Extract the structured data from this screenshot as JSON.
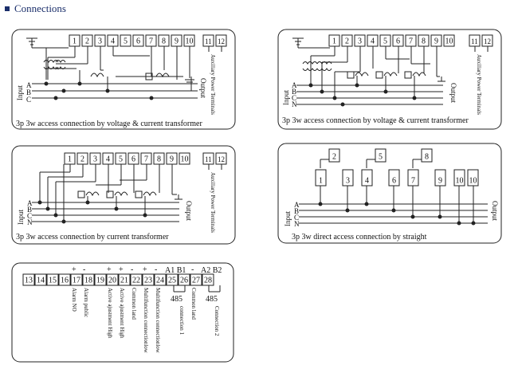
{
  "header": {
    "title": "Connections"
  },
  "panel1": {
    "caption": "3p 3w access connection by voltage & current transformer",
    "terminals": [
      "1",
      "2",
      "3",
      "4",
      "5",
      "6",
      "7",
      "8",
      "9",
      "10"
    ],
    "aux_terminals": [
      "11",
      "12"
    ],
    "aux_label": "Auxiliary Power Terminals",
    "phases": [
      "A",
      "B",
      "C"
    ],
    "input_label": "Input",
    "output_label": "Output"
  },
  "panel2": {
    "caption": "3p 3w access connection by voltage & current transformer",
    "terminals": [
      "1",
      "2",
      "3",
      "4",
      "5",
      "6",
      "7",
      "8",
      "9",
      "10"
    ],
    "aux_terminals": [
      "11",
      "12"
    ],
    "aux_label": "Auxiliary Power Terminals",
    "phases": [
      "A",
      "B",
      "C",
      "N"
    ],
    "input_label": "Input",
    "output_label": "Output"
  },
  "panel3": {
    "caption": "3p 3w access connection by current transformer",
    "terminals": [
      "1",
      "2",
      "3",
      "4",
      "5",
      "6",
      "7",
      "8",
      "9",
      "10"
    ],
    "aux_terminals": [
      "11",
      "12"
    ],
    "aux_label": "Auxiliary Power Terminals",
    "phases": [
      "A",
      "B",
      "C",
      "N"
    ],
    "input_label": "Input",
    "output_label": "Output"
  },
  "panel4": {
    "caption": "3p 3w direct access connection by straight",
    "top_terminals": [
      "2",
      "5",
      "8"
    ],
    "bottom_terminals": [
      "1",
      "3",
      "4",
      "6",
      "7",
      "9",
      "10",
      "10"
    ],
    "phases": [
      "A",
      "B",
      "C",
      "N"
    ],
    "input_label": "Input",
    "output_label": "Output"
  },
  "panel5": {
    "terminals": [
      "13",
      "14",
      "15",
      "16",
      "17",
      "18",
      "19",
      "20",
      "21",
      "22",
      "23",
      "24",
      "25",
      "26",
      "27",
      "28"
    ],
    "polarity_marks": [
      "+",
      "-",
      "+",
      "+",
      "-",
      "+",
      "-",
      "-"
    ],
    "a1b1": "A1 B1",
    "a2b2": "A2 B2",
    "rs485_a": "485",
    "rs485_b": "485",
    "labels": {
      "alarm_no": "Alarm NO",
      "alarm_public": "Alarm public",
      "active_high_1": "Active ajustment High",
      "active_high_2": "Active ajustment High",
      "common_land_1": "Common land",
      "multifunction_1": "Multifunction connectionlow",
      "multifunction_2": "Multifunction connectionlow",
      "connection_1": "connection 1",
      "common_land_2": "Common land",
      "connection_2": "Connection 2"
    }
  }
}
